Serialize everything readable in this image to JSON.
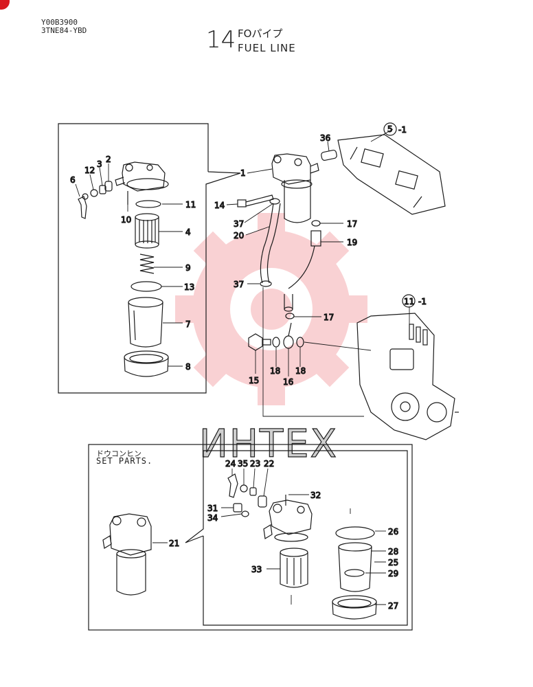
{
  "header": {
    "doc_code": "Y00B3900",
    "model": "3TNE84-YBD",
    "section_number": "14",
    "section_title_jp": "FOパイプ",
    "section_title_en": "FUEL LINE"
  },
  "set_parts": {
    "label_jp": "ドウコンヒン",
    "label_en": "SET PARTS."
  },
  "watermark": {
    "text": "ИНТЕХ",
    "color": "#e8333a"
  },
  "callouts": {
    "c1": "1",
    "c2": "2",
    "c3": "3",
    "c4": "4",
    "c5": "5",
    "c5ref": "-1",
    "c6": "6",
    "c7": "7",
    "c8": "8",
    "c9": "9",
    "c10": "10",
    "c11a": "11",
    "c11b": "11",
    "c11ref": "-1",
    "c12": "12",
    "c13": "13",
    "c14": "14",
    "c15": "15",
    "c16": "16",
    "c17a": "17",
    "c17b": "17",
    "c18a": "18",
    "c18b": "18",
    "c19": "19",
    "c20": "20",
    "c21": "21",
    "c22": "22",
    "c23": "23",
    "c24": "24",
    "c25": "25",
    "c26": "26",
    "c27": "27",
    "c28": "28",
    "c29": "29",
    "c31": "31",
    "c32": "32",
    "c33": "33",
    "c34": "34",
    "c35": "35",
    "c36": "36",
    "c37a": "37",
    "c37b": "37"
  }
}
